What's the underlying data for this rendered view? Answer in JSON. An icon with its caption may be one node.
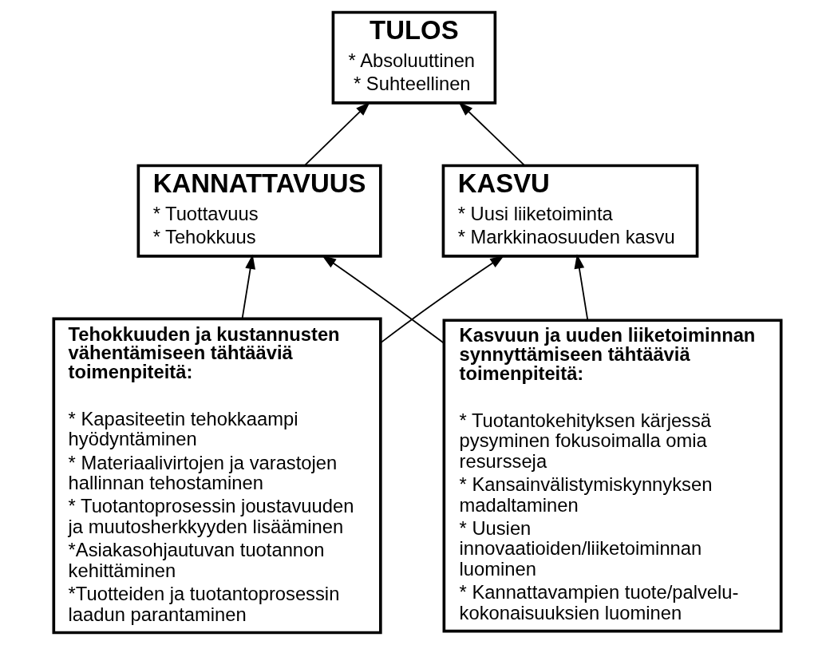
{
  "diagram": {
    "nodes": [
      {
        "text": [
          "TULOS",
          "* Absoluuttinen",
          "* Suhteellinen"
        ]
      },
      {
        "text": [
          "KANNATTAVUUS",
          "* Tuottavuus",
          "* Tehokkuus"
        ]
      },
      {
        "text": [
          "KASVU",
          "* Uusi liiketoiminta",
          "* Markkinaosuuden kasvu"
        ]
      },
      {
        "text": [
          "Tehokkuuden ja kustannusten vähentämiseen tähtääviä toimenpiteitä:",
          "* Kapasiteetin tehokkaampi hyödyntäminen",
          "* Materiaalivirtojen ja varastojen hallinnan tehostaminen",
          "* Tuotantoprosessin joustavuuden ja muutosherkkyyden lisääminen",
          "*Asiakasohjautuvan tuotannon kehittäminen",
          "*Tuotteiden ja tuotantoprosessin laadun parantaminen"
        ]
      },
      {
        "text": [
          "Kasvuun ja uuden liiketoiminnan synnyttämiseen tähtääviä toimenpiteitä:",
          "* Tuotantokehityksen kärjessä pysyminen fokusoimalla omia resursseja",
          "* Kansainvälistymiskynnyksen madaltaminen",
          "* Uusien innovaatioiden/liiketoiminnan luominen",
          "* Kannattavampien tuote/palvelu-kokonaisuuksien luominen"
        ]
      }
    ],
    "edges": [
      {
        "from": 1,
        "to": 0,
        "arrow": "to"
      },
      {
        "from": 2,
        "to": 0,
        "arrow": "to"
      },
      {
        "from": 3,
        "to": 1,
        "arrow": "to"
      },
      {
        "from": 3,
        "to": 2,
        "arrow": "to"
      },
      {
        "from": 4,
        "to": 2,
        "arrow": "to"
      },
      {
        "from": 4,
        "to": 1,
        "arrow": "to"
      }
    ]
  }
}
